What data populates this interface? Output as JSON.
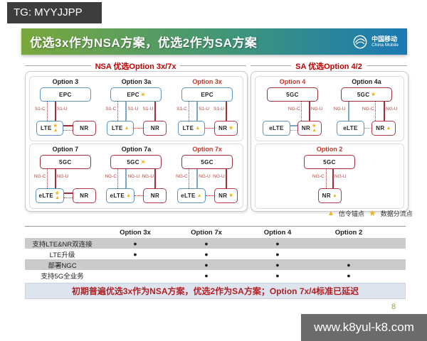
{
  "watermark": {
    "text": "TG: MYYJJPP"
  },
  "title_bar": {
    "title": "优选3x作为NSA方案，优选2作为SA方案",
    "logo_cn": "中国移动",
    "logo_en": "China Mobile",
    "gradient_left": "#7aa83c",
    "gradient_right": "#1a79b4"
  },
  "nsa_section": {
    "header": "NSA 优选Option 3x/7x",
    "diagrams": [
      {
        "title": "Option 3",
        "core": "EPC",
        "core_icon": "",
        "left": "LTE",
        "left_icons": "★▲",
        "right": "NR",
        "right_icons": "",
        "labels": [
          "S1-C",
          "S1-U"
        ]
      },
      {
        "title": "Option 3a",
        "core": "EPC",
        "core_icon": "★",
        "left": "LTE",
        "left_icons": "▲",
        "right": "NR",
        "right_icons": "",
        "labels": [
          "S1-C",
          "S1-U",
          "S1-U"
        ]
      },
      {
        "title": "Option 3x",
        "core": "EPC",
        "core_icon": "",
        "left": "LTE",
        "left_icons": "▲",
        "right": "NR",
        "right_icons": "★",
        "labels": [
          "S1-C",
          "S1-U",
          "S1-U"
        ]
      },
      {
        "title": "Option 7",
        "core": "5GC",
        "core_icon": "",
        "left": "eLTE",
        "left_icons": "★▲",
        "right": "NR",
        "right_icons": "",
        "labels": [
          "NG-C",
          "NG-U"
        ]
      },
      {
        "title": "Option 7a",
        "core": "5GC",
        "core_icon": "★",
        "left": "eLTE",
        "left_icons": "▲",
        "right": "NR",
        "right_icons": "",
        "labels": [
          "NG-C",
          "NG-U",
          "NG-U"
        ]
      },
      {
        "title": "Option 7x",
        "core": "5GC",
        "core_icon": "",
        "left": "eLTE",
        "left_icons": "▲",
        "right": "NR",
        "right_icons": "★",
        "labels": [
          "NG-C",
          "NG-U",
          "NG-U"
        ]
      }
    ]
  },
  "sa_section": {
    "header": "SA 优选Option 4/2",
    "diagrams": [
      {
        "title": "Option 4",
        "core": "5GC",
        "core_icon": "",
        "left": "eLTE",
        "left_icons": "",
        "right": "NR",
        "right_icons": "★▲",
        "labels": [
          "NG-C",
          "NG-U"
        ]
      },
      {
        "title": "Option 4a",
        "core": "5GC",
        "core_icon": "★",
        "left": "eLTE",
        "left_icons": "",
        "right": "NR",
        "right_icons": "▲",
        "labels": [
          "NG-U",
          "NG-C",
          "NG-U"
        ]
      },
      {
        "title": "Option 2",
        "core": "5GC",
        "core_icon": "",
        "right": "NR",
        "right_icons": "▲",
        "labels": [
          "NG-C",
          "NG-U"
        ]
      }
    ]
  },
  "legend": {
    "triangle_symbol": "▲",
    "anchor_label": "信令锚点",
    "star_symbol": "★",
    "split_label": "数据分流点",
    "symbol_color": "#f2b51d"
  },
  "table": {
    "headers": [
      "Option 3x",
      "Option 7x",
      "Option 4",
      "Option 2"
    ],
    "rows": [
      {
        "label": "支持LTE&NR双连接",
        "cells": [
          "●",
          "●",
          "●",
          ""
        ]
      },
      {
        "label": "LTE升级",
        "cells": [
          "●",
          "●",
          "●",
          ""
        ]
      },
      {
        "label": "部署NGC",
        "cells": [
          "",
          "●",
          "●",
          "●"
        ]
      },
      {
        "label": "支持5G全业务",
        "cells": [
          "",
          "●",
          "●",
          "●"
        ]
      }
    ]
  },
  "summary": {
    "text": "初期普遍优选3x作为NSA方案，优选2作为SA方案；Option 7x/4标准已延迟"
  },
  "footer": {
    "page_number": "8",
    "site": "www.k8yul-k8.com"
  },
  "colors": {
    "blue_box": "#5b93c4",
    "red_box": "#b13a4a",
    "dark_red_line": "#9c2f3c",
    "dotted_red_line": "#c23b3b",
    "blue_line": "#7aa7cc",
    "header_red": "#c00000",
    "table_gray_row": "#cbcbcb",
    "summary_bg": "#dde4ee"
  }
}
